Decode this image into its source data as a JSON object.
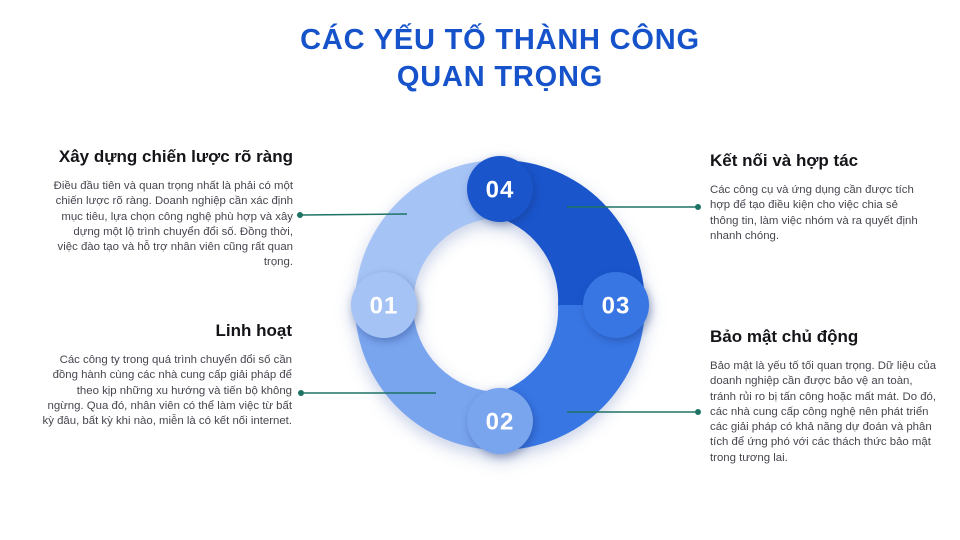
{
  "title": {
    "line1": "CÁC YẾU TỐ THÀNH CÔNG",
    "line2": "QUAN TRỌNG",
    "color": "#1653CB"
  },
  "sections": {
    "strategy": {
      "heading": "Xây dựng chiến lược rõ ràng",
      "body": "Điều đầu tiên và quan trọng nhất là phải có một chiến lược rõ ràng. Doanh nghiệp cần xác định mục tiêu, lựa chọn công nghệ phù hợp và xây dựng một lộ trình chuyển đổi số. Đồng thời, việc đào tạo và hỗ trợ nhân viên cũng rất quan trọng."
    },
    "connect": {
      "heading": "Kết nối và hợp tác",
      "body": "Các công cụ và ứng dụng cần được tích hợp để tạo điều kiện cho việc chia sẻ thông tin, làm việc nhóm và ra quyết định nhanh chóng."
    },
    "flexible": {
      "heading": "Linh hoạt",
      "body": "Các công ty trong quá trình chuyển đổi số cần đồng hành cùng các nhà cung cấp giải pháp để theo kịp những xu hướng và tiến bộ không ngừng. Qua đó, nhân viên có thể làm việc từ bất kỳ đâu, bất kỳ khi nào, miễn là có kết nối internet."
    },
    "security": {
      "heading": "Bảo mật chủ động",
      "body": "Bảo mật là yếu tố tối quan trọng. Dữ liệu của doanh nghiệp cần được bảo vệ an toàn, tránh rủi ro bị tấn công hoặc mất mát. Do đó, các nhà cung cấp công nghệ nên phát triển các giải pháp có khả năng dự đoán và phân tích để ứng phó với các thách thức bảo mật trong tương lai."
    }
  },
  "diagram": {
    "type": "circular-cycle",
    "steps": [
      {
        "number": "01",
        "color": "#A5C3F5",
        "position": "left",
        "linked_section": "strategy"
      },
      {
        "number": "02",
        "color": "#79A4EE",
        "position": "bottom",
        "linked_section": "flexible"
      },
      {
        "number": "03",
        "color": "#3876E4",
        "position": "right",
        "linked_section": "security"
      },
      {
        "number": "04",
        "color": "#1A55CC",
        "position": "top",
        "linked_section": "connect"
      }
    ],
    "connector_color": "#1E7365"
  }
}
